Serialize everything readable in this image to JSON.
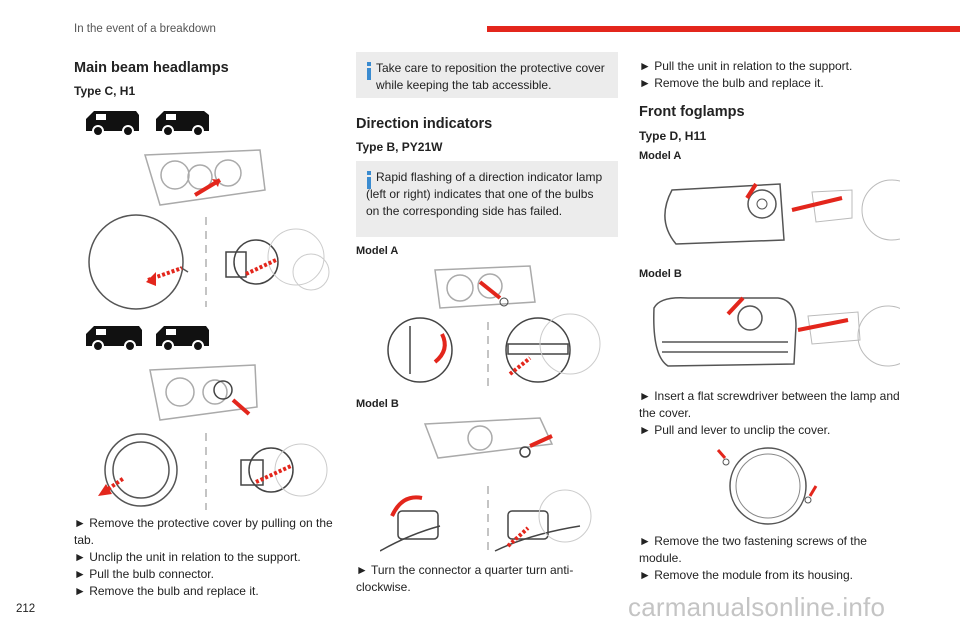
{
  "header": {
    "section": "In the event of a breakdown",
    "accent_color": "#e3261c"
  },
  "page_number": "212",
  "watermark": "carmanualsonline.info",
  "col1": {
    "title": "Main beam headlamps",
    "type": "Type C, H1",
    "steps": [
      "► Remove the protective cover by pulling on the tab.",
      "► Unclip the unit in relation to the support.",
      "► Pull the bulb connector.",
      "► Remove the bulb and replace it."
    ]
  },
  "col2": {
    "note1": "Take care to reposition the protective cover while keeping the tab accessible.",
    "title": "Direction indicators",
    "type": "Type B, PY21W",
    "note2": "Rapid flashing of a direction indicator lamp (left or right) indicates that one of the bulbs on the corresponding side has failed.",
    "model_a": "Model A",
    "model_b": "Model B",
    "steps": [
      "► Turn the connector a quarter turn anti-clockwise."
    ]
  },
  "col3": {
    "steps_top": [
      "► Pull the unit in relation to the support.",
      "► Remove the bulb and replace it."
    ],
    "title": "Front foglamps",
    "type": "Type D, H11",
    "model_a": "Model A",
    "model_b": "Model B",
    "steps_mid": [
      "► Insert a flat screwdriver between the lamp and the cover.",
      "► Pull and lever to unclip the cover."
    ],
    "steps_bottom": [
      "► Remove the two fastening screws of the module.",
      "► Remove the module from its housing."
    ]
  },
  "icons": [
    "van-icon",
    "bulb-cover-illustration",
    "headlamp-illustration",
    "foglamp-illustration",
    "info-icon"
  ]
}
